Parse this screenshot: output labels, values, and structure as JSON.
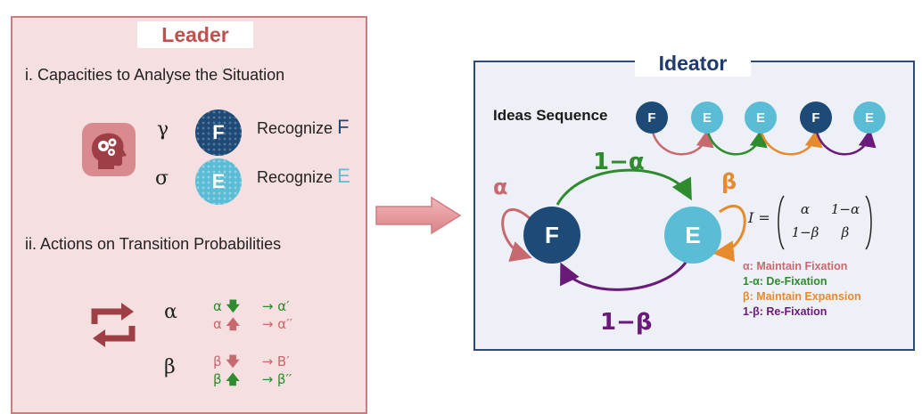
{
  "leader": {
    "title": "Leader",
    "section1": "i. Capacities to Analyse the Situation",
    "section2": "ii. Actions on Transition Probabilities",
    "capacities": [
      {
        "symbol": "γ",
        "node": "F",
        "label": "Recognize",
        "letter": "F"
      },
      {
        "symbol": "σ",
        "node": "E",
        "label": "Recognize",
        "letter": "E"
      }
    ],
    "actions": {
      "alpha_symbol": "α",
      "beta_symbol": "β",
      "alpha_rows": [
        {
          "param": "α",
          "arrow": "🡇",
          "result": "→ α′",
          "color": "green"
        },
        {
          "param": "α",
          "arrow": "🡅",
          "result": "→ α′′",
          "color": "rose"
        }
      ],
      "beta_rows": [
        {
          "param": "β",
          "arrow": "🡇",
          "result": "→ Β′",
          "color": "rose"
        },
        {
          "param": "β",
          "arrow": "🡅",
          "result": "→ β′′",
          "color": "green"
        }
      ]
    },
    "icons": [
      "head-gears-icon",
      "cycle-arrows-icon"
    ]
  },
  "ideator": {
    "title": "Ideator",
    "ideas_sequence_label": "Ideas Sequence",
    "sequence": [
      "F",
      "E",
      "E",
      "F",
      "E"
    ],
    "labels": {
      "alpha": "α",
      "one_minus_alpha": "1−α",
      "beta": "β",
      "one_minus_beta": "1−β",
      "node_f": "F",
      "node_e": "E"
    },
    "matrix": {
      "name": "I =",
      "r1c1": "α",
      "r1c2": "1−α",
      "r2c1": "1−β",
      "r2c2": "β"
    },
    "legend": [
      {
        "text": "α: Maintain Fixation",
        "color": "#c76a6f"
      },
      {
        "text": "1-α: De-Fixation",
        "color": "#2e8b2e"
      },
      {
        "text": "β: Maintain Expansion",
        "color": "#e68a2e"
      },
      {
        "text": "1-β: Re-Fixation",
        "color": "#6a1b7a"
      }
    ]
  },
  "colors": {
    "leader_accent": "#c0504d",
    "ideator_accent": "#1e3a6e",
    "node_f": "#1e4a78",
    "node_e": "#5bbcd6",
    "green": "#2e8b2e",
    "orange": "#e68a2e",
    "purple": "#6a1b7a",
    "rose": "#c76a6f"
  }
}
